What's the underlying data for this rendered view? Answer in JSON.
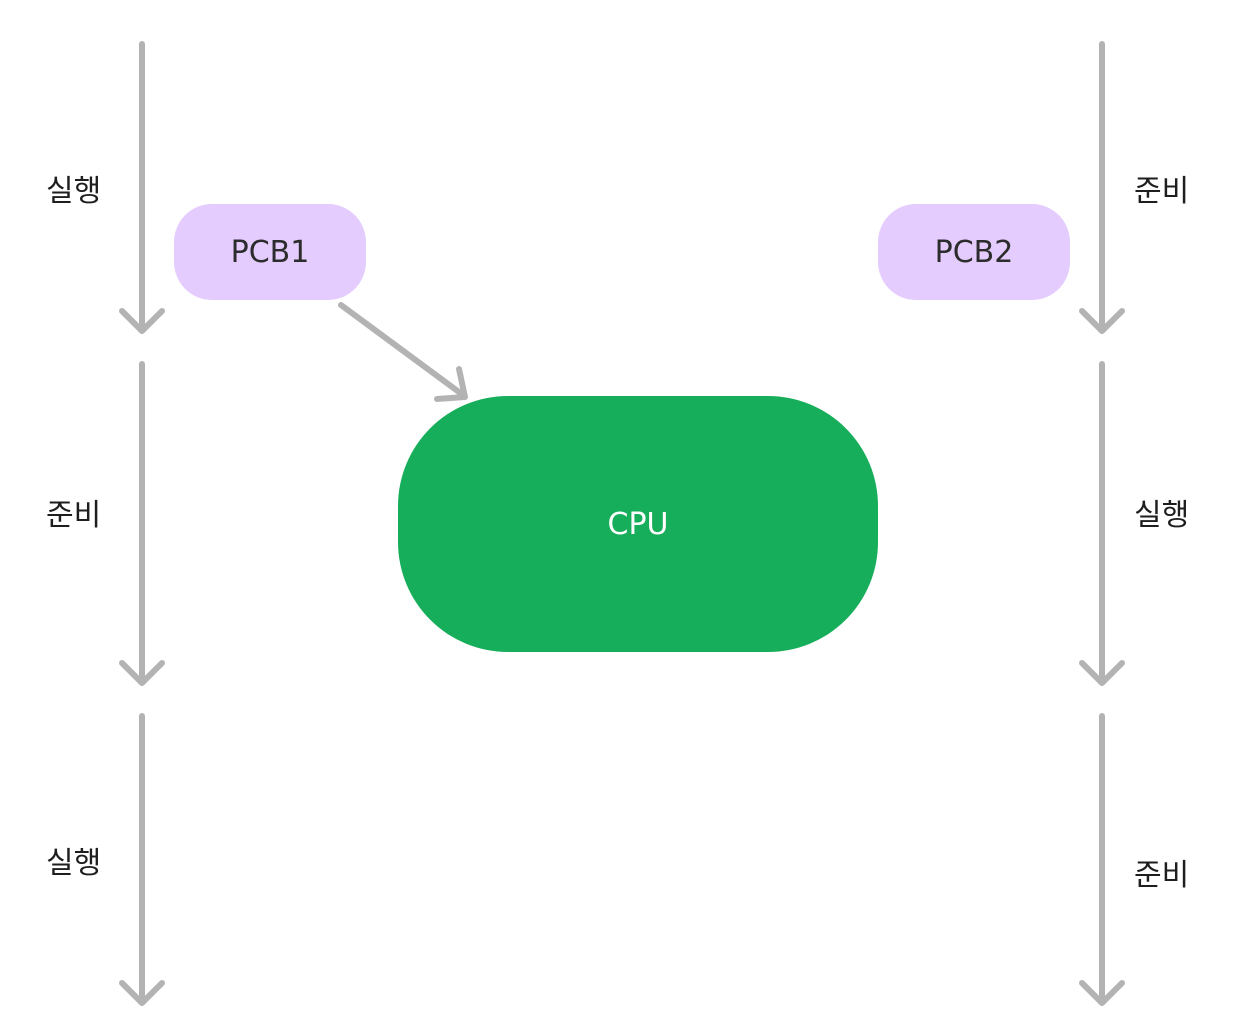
{
  "colors": {
    "arrow": "#b3b3b3",
    "pcb_fill": "#e4ccff",
    "cpu_fill": "#17ae5b",
    "cpu_text": "#ffffff"
  },
  "left_timeline": {
    "labels": [
      "실행",
      "준비",
      "실행"
    ]
  },
  "right_timeline": {
    "labels": [
      "준비",
      "실행",
      "준비"
    ]
  },
  "nodes": {
    "pcb1": "PCB1",
    "pcb2": "PCB2",
    "cpu": "CPU"
  }
}
